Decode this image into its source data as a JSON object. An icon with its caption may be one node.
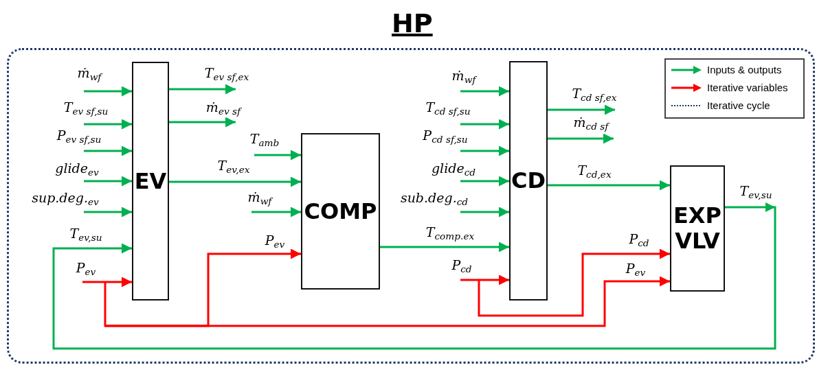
{
  "diagram": {
    "nodes": [
      {
        "text": [
          "HP"
        ]
      },
      {
        "text": [
          "EV"
        ],
        "in": 0
      },
      {
        "text": [
          "COMP"
        ],
        "in": 0
      },
      {
        "text": [
          "CD"
        ],
        "in": 0
      },
      {
        "text": [
          "EXP VLV"
        ],
        "in": 0
      }
    ],
    "edges": [
      {
        "from": null,
        "to": 1,
        "arrow": "to",
        "label": "ṁ$_{wf}$"
      },
      {
        "from": null,
        "to": 1,
        "arrow": "to",
        "label": "T$_{ev sf,su}$"
      },
      {
        "from": null,
        "to": 1,
        "arrow": "to",
        "label": "P$_{ev sf,su}$"
      },
      {
        "from": null,
        "to": 1,
        "arrow": "to",
        "label": "glide$_{ev}$"
      },
      {
        "from": null,
        "to": 1,
        "arrow": "to",
        "label": "sup.deg.$_{ev}$"
      },
      {
        "from": 4,
        "to": 1,
        "arrow": "to",
        "label": "T$_{ev,su}$"
      },
      {
        "from": null,
        "to": 1,
        "arrow": "to",
        "label": "P$_{ev}$",
        "color": "#ff0000"
      },
      {
        "from": null,
        "to": 2,
        "arrow": "to",
        "label": "P$_{ev}$",
        "color": "#ff0000"
      },
      {
        "from": null,
        "to": 4,
        "arrow": "to",
        "label": "P$_{ev}$",
        "color": "#ff0000"
      },
      {
        "from": 1,
        "to": null,
        "arrow": "to",
        "label": "T$_{ev sf,ex}$"
      },
      {
        "from": 1,
        "to": null,
        "arrow": "to",
        "label": "ṁ$_{ev sf}$"
      },
      {
        "from": 1,
        "to": 2,
        "arrow": "to",
        "label": "T$_{ev,ex}$"
      },
      {
        "from": null,
        "to": 2,
        "arrow": "to",
        "label": "T$_{amb}$"
      },
      {
        "from": null,
        "to": 2,
        "arrow": "to",
        "label": "ṁ$_{wf}$"
      },
      {
        "from": 2,
        "to": 3,
        "arrow": "to",
        "label": "T$_{comp.ex}$"
      },
      {
        "from": null,
        "to": 3,
        "arrow": "to",
        "label": "ṁ$_{wf}$"
      },
      {
        "from": null,
        "to": 3,
        "arrow": "to",
        "label": "T$_{cd sf,su}$"
      },
      {
        "from": null,
        "to": 3,
        "arrow": "to",
        "label": "P$_{cd sf,su}$"
      },
      {
        "from": null,
        "to": 3,
        "arrow": "to",
        "label": "glide$_{cd}$"
      },
      {
        "from": null,
        "to": 3,
        "arrow": "to",
        "label": "sub.deg.$_{cd}$"
      },
      {
        "from": null,
        "to": 3,
        "arrow": "to",
        "label": "P$_{cd}$",
        "color": "#ff0000"
      },
      {
        "from": null,
        "to": 4,
        "arrow": "to",
        "label": "P$_{cd}$",
        "color": "#ff0000"
      },
      {
        "from": 3,
        "to": null,
        "arrow": "to",
        "label": "T$_{cd sf,ex}$"
      },
      {
        "from": 3,
        "to": null,
        "arrow": "to",
        "label": "ṁ$_{cd sf}$"
      },
      {
        "from": 3,
        "to": 4,
        "arrow": "to",
        "label": "T$_{cd,ex}$"
      }
    ],
    "labels": [
      "T$_{ev,su}$"
    ],
    "legend": [
      {
        "text": "Inputs & outputs"
      },
      {
        "text": "Iterative variables"
      },
      {
        "text": "Iterative cycle"
      }
    ]
  }
}
